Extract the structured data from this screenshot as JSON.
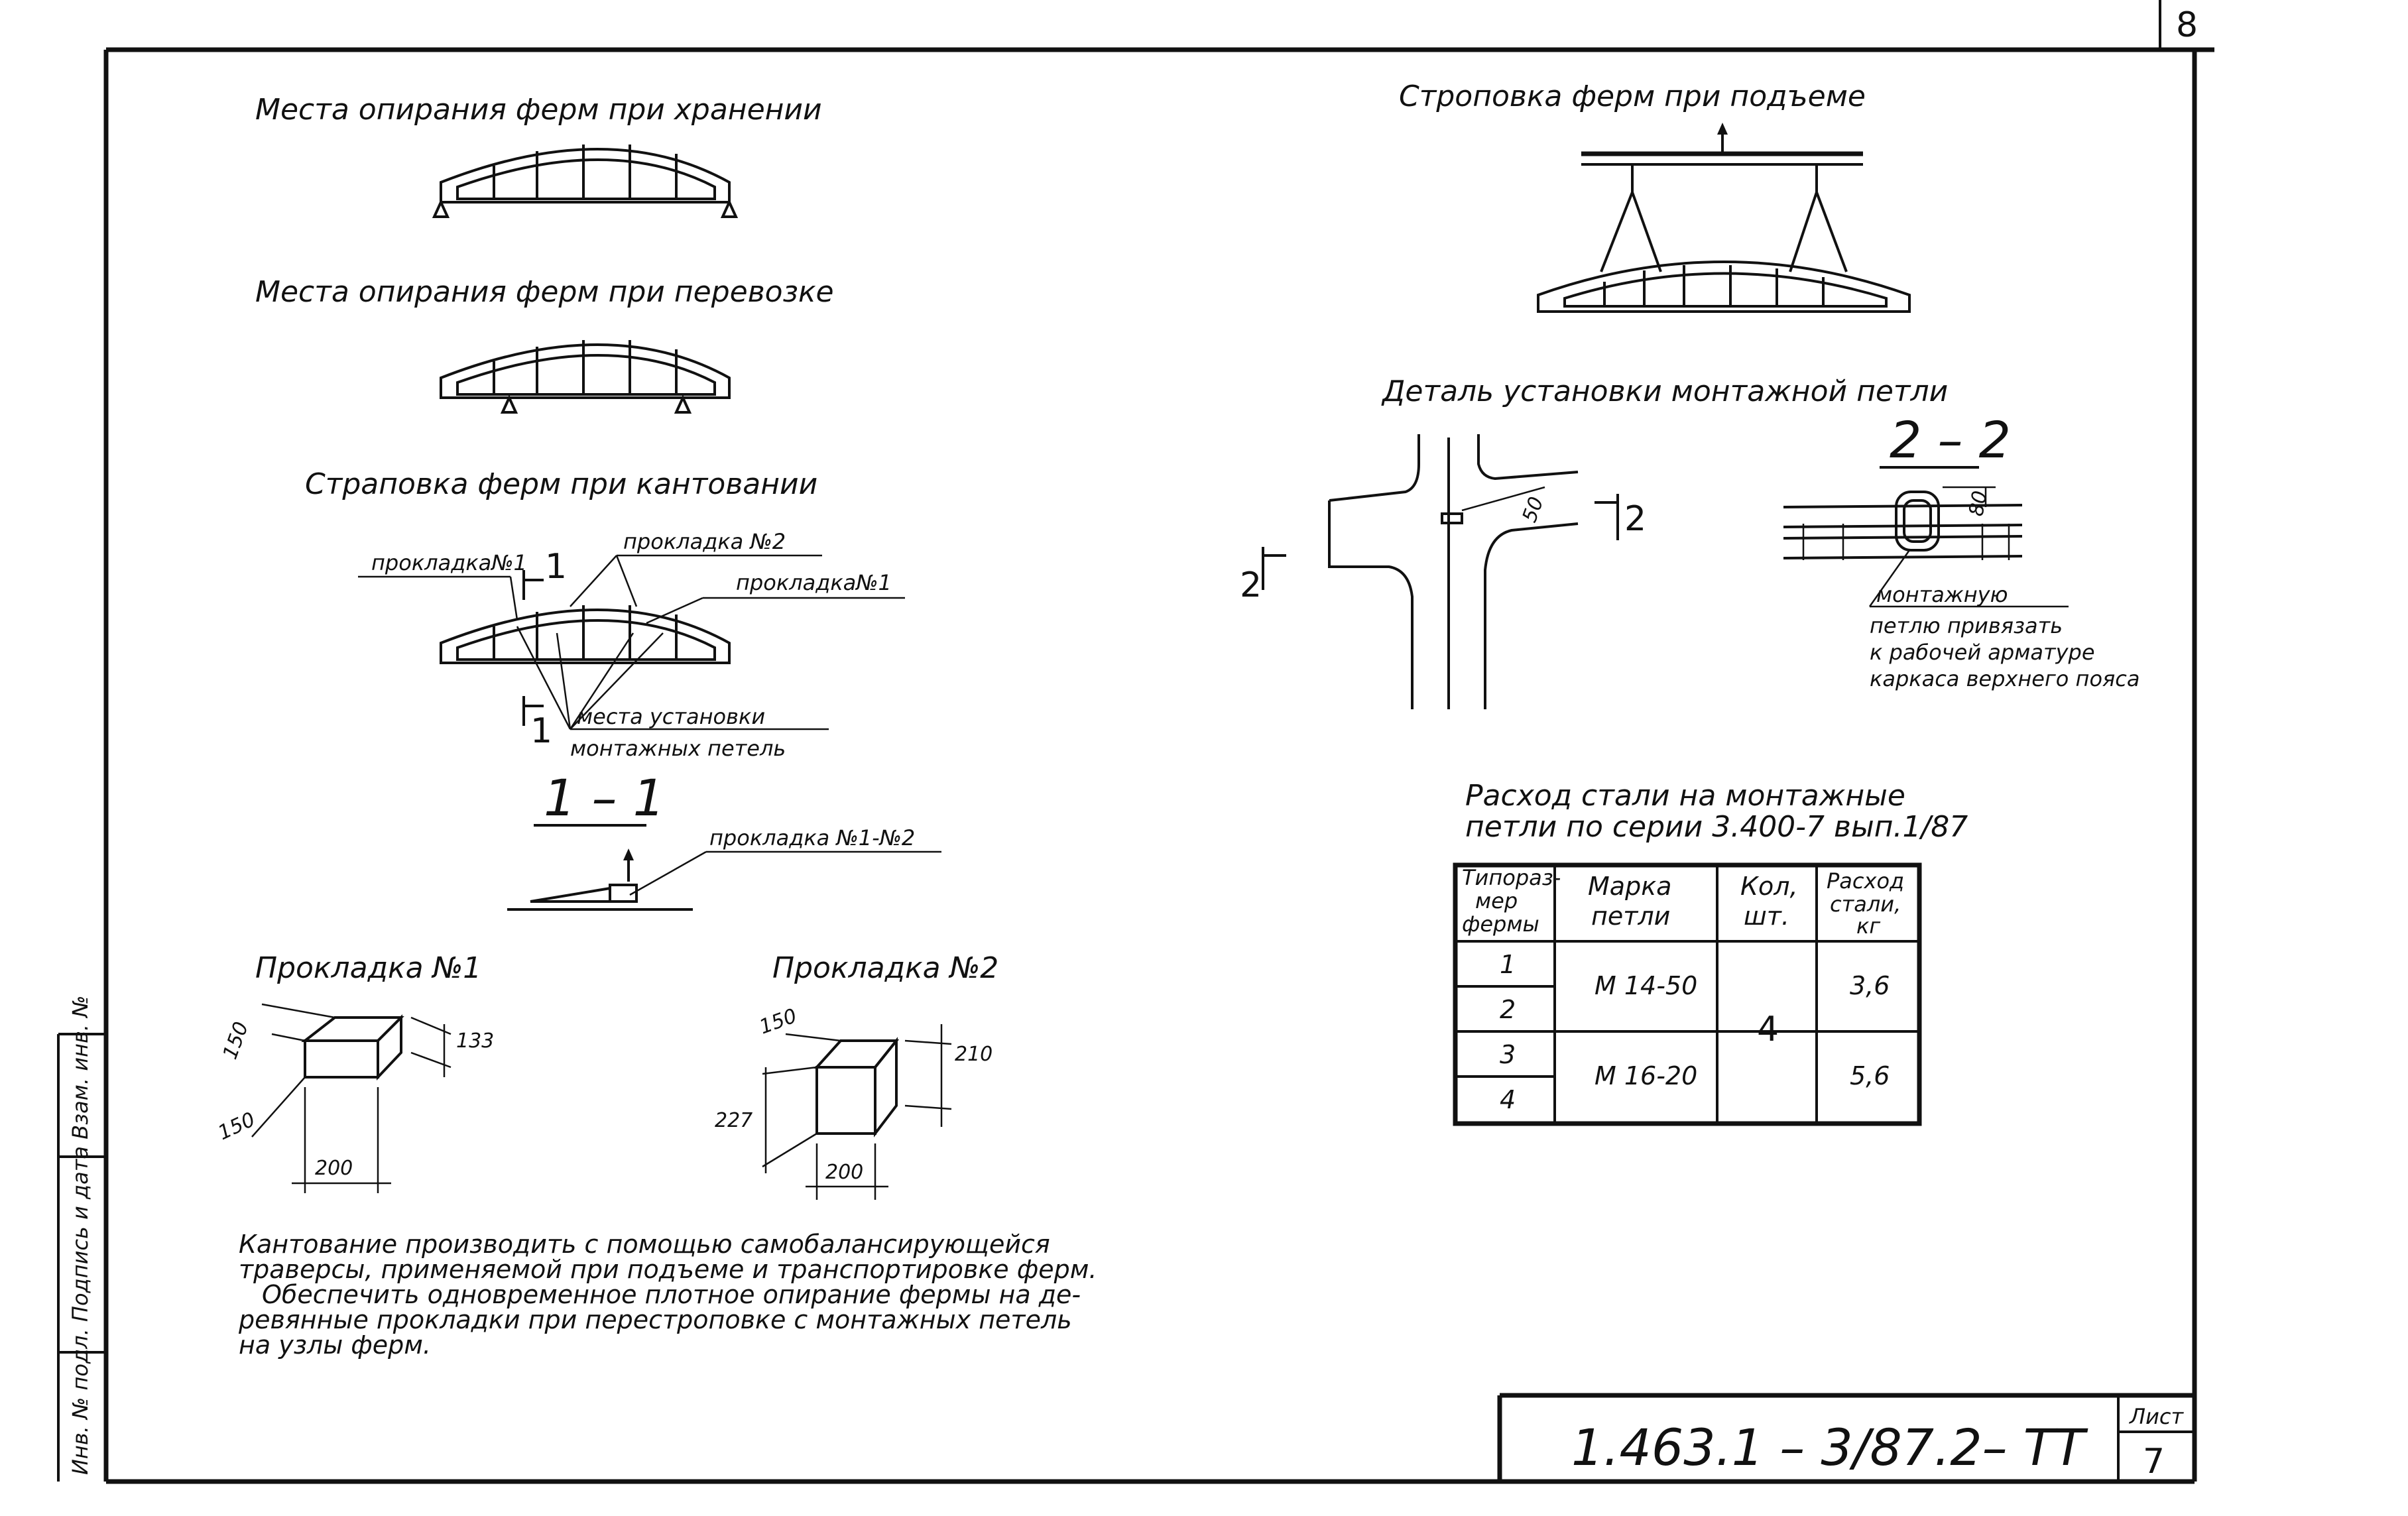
{
  "sheet": {
    "top_page_number": "8",
    "side_strip_text": "Инв. № подл. Подпись и дата Взам. инв. №",
    "stamp": {
      "designation": "1.463.1 – 3/87.2– ТТ",
      "sheet_label": "Лист",
      "sheet_number": "7"
    }
  },
  "left": {
    "storage": {
      "title": "Места опирания ферм при хранении"
    },
    "transport": {
      "title": "Места опирания ферм при перевозке"
    },
    "tilting": {
      "title": "Страповка ферм при кантовании",
      "pad1_left": "прокладка№1",
      "section_mark": "1",
      "pad2": "прокладка №2",
      "pad1_right": "прокладка№1",
      "places_line1": "места установки",
      "places_line2": "монтажных петель"
    },
    "section_1_1": {
      "title": "1 – 1",
      "pad_label": "прокладка №1-№2"
    },
    "pad1": {
      "title": "Прокладка №1",
      "dim_a": "150",
      "dim_b": "150",
      "dim_h": "133",
      "dim_w": "200"
    },
    "pad2": {
      "title": "Прокладка №2",
      "dim_a": "150",
      "dim_b": "227",
      "dim_h": "210",
      "dim_w": "200"
    },
    "notes": {
      "line1": "Кантование производить с помощью самобалансирующейся",
      "line2": "траверсы, применяемой при подъеме и транспортировке ферм.",
      "line3": "Обеспечить одновременное плотное опирание фермы на де-",
      "line4": "ревянные прокладки при перестроповке с монтажных петель",
      "line5": "на узлы ферм."
    }
  },
  "right": {
    "lifting": {
      "title": "Строповка ферм при подъеме"
    },
    "detail": {
      "title": "Деталь установки монтажной петли",
      "section_mark": "2",
      "dim": "50"
    },
    "section_2_2": {
      "title": "2 – 2",
      "dim": "80",
      "note_line1": "монтажную",
      "note_line2": "петлю привязать",
      "note_line3": "к рабочей арматуре",
      "note_line4": "каркаса верхнего пояса"
    },
    "table": {
      "title_line1": "Расход стали на монтажные",
      "title_line2": "петли по серии 3.400-7 вып.1/87",
      "headers": {
        "c1_line1": "Типораз-",
        "c1_line2": "мер",
        "c1_line3": "фермы",
        "c2_line1": "Марка",
        "c2_line2": "петли",
        "c3_line1": "Кол,",
        "c3_line2": "шт.",
        "c4_line1": "Расход",
        "c4_line2": "стали,",
        "c4_line3": "кг"
      },
      "rows": [
        {
          "size": "1"
        },
        {
          "size": "2"
        },
        {
          "size": "3"
        },
        {
          "size": "4"
        }
      ],
      "marks": [
        "М 14-50",
        "М 16-20"
      ],
      "qty": "4",
      "mass": [
        "3,6",
        "5,6"
      ]
    }
  }
}
